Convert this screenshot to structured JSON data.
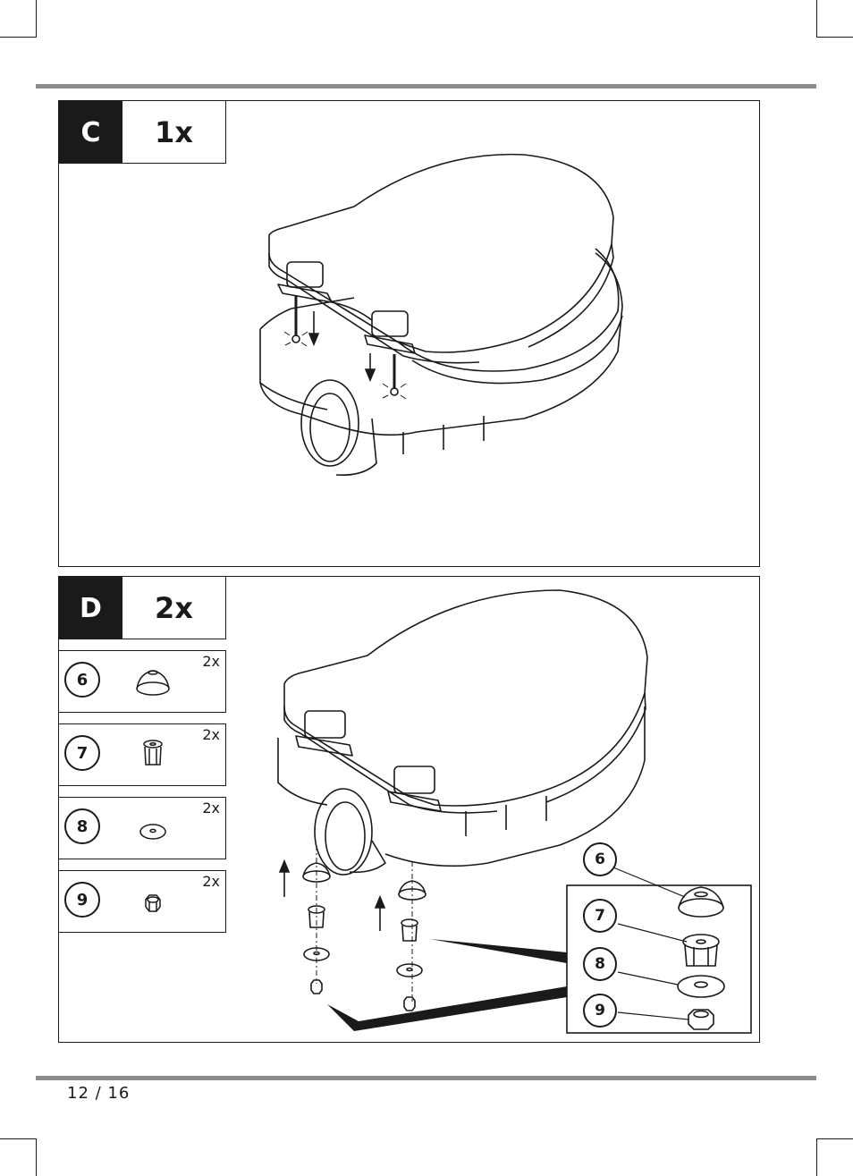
{
  "step_c": {
    "letter": "C",
    "quantity": "1x"
  },
  "step_d": {
    "letter": "D",
    "quantity": "2x"
  },
  "parts": [
    {
      "number": "6",
      "quantity": "2x",
      "icon": "cap-icon"
    },
    {
      "number": "7",
      "quantity": "2x",
      "icon": "expansion-plug-icon"
    },
    {
      "number": "8",
      "quantity": "2x",
      "icon": "washer-icon"
    },
    {
      "number": "9",
      "quantity": "2x",
      "icon": "nut-icon"
    }
  ],
  "callouts": [
    "6",
    "7",
    "8",
    "9"
  ],
  "footer": {
    "page": "12 / 16"
  }
}
